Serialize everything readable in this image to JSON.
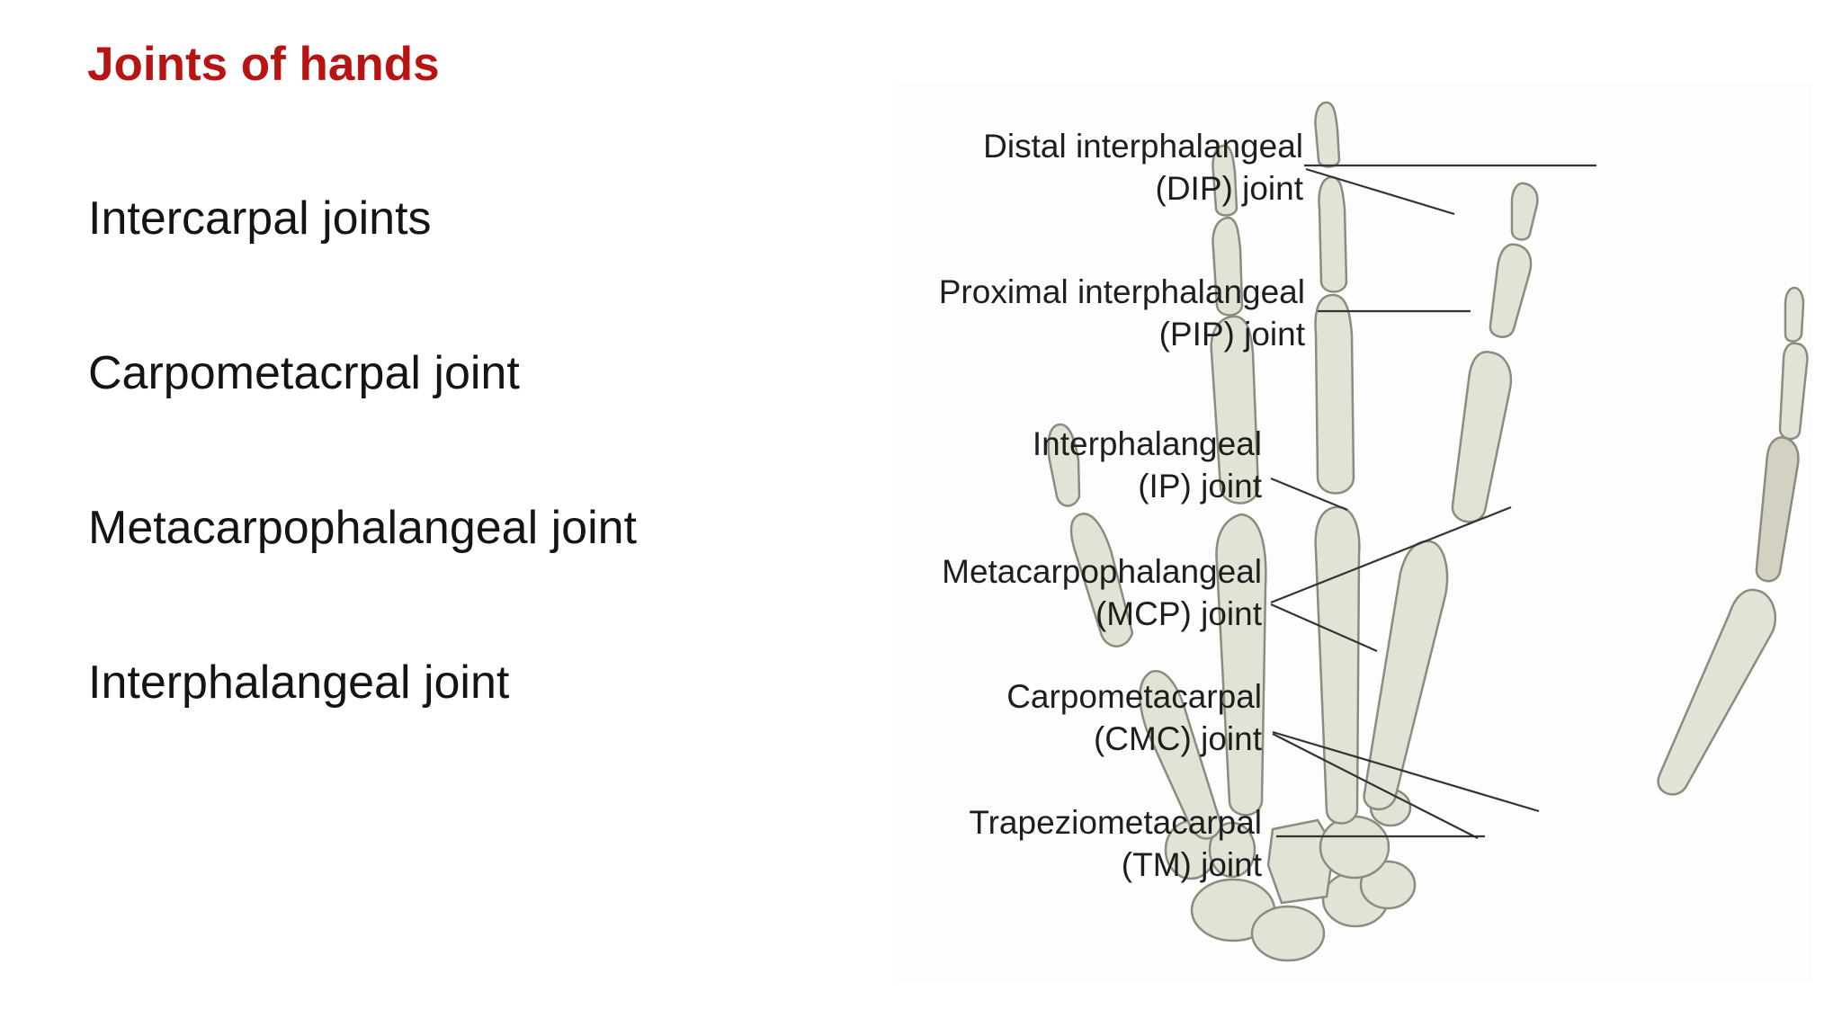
{
  "slide": {
    "title": "Joints of hands",
    "title_color": "#b81414",
    "items": [
      "Intercarpal joints",
      "Carpometacrpal joint",
      "Metacarpophalangeal joint",
      "Interphalangeal joint"
    ]
  },
  "diagram": {
    "labels": {
      "dip": {
        "line1": "Distal interphalangeal",
        "line2": "(DIP) joint"
      },
      "pip": {
        "line1": "Proximal interphalangeal",
        "line2": "(PIP) joint"
      },
      "ip": {
        "line1": "Interphalangeal",
        "line2": "(IP) joint"
      },
      "mcp": {
        "line1": "Metacarpophalangeal",
        "line2": "(MCP) joint"
      },
      "cmc": {
        "line1": "Carpometacarpal",
        "line2": "(CMC) joint"
      },
      "tm": {
        "line1": "Trapeziometacarpal",
        "line2": "(TM) joint"
      }
    },
    "bone_color": "#e3e2d6"
  }
}
